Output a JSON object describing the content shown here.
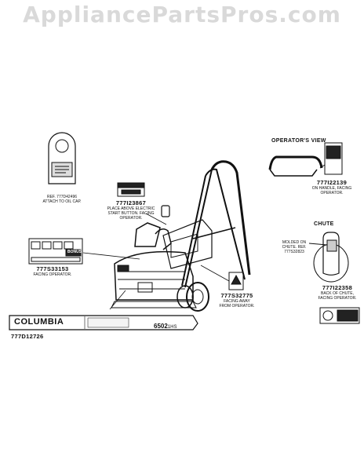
{
  "watermark": "AppliancePartsPros.com",
  "callouts": [
    {
      "id": "oil-cap",
      "ref": "REF. 777D42496",
      "note": "ATTACH TO OIL CAP."
    },
    {
      "id": "start-button",
      "part": "777I23867",
      "note": "PLACE ABOVE ELECTRIC START BUTTON. FACING OPERATOR."
    },
    {
      "id": "handle",
      "part": "777I22139",
      "note": "ON HANDLE, FACING OPERATOR."
    },
    {
      "id": "panel",
      "part": "777S33153",
      "note": "FACING OPERATOR."
    },
    {
      "id": "warning",
      "part": "777S32775",
      "note": "FACING AWAY FROM OPERATOR."
    },
    {
      "id": "chute-molded",
      "note": "MOLDED ON CHUTE. REF. 777S32823"
    },
    {
      "id": "chute-back",
      "part": "777I22358",
      "note": "BACK OF CHUTE, FACING OPERATOR."
    }
  ],
  "operators_view": "OPERATOR'S VIEW",
  "chute": "CHUTE",
  "banner": {
    "brand": "COLUMBIA",
    "model": "6502",
    "model_suffix": "1HS",
    "part": "777D12726"
  },
  "label_text": {
    "bonus": "BONUS"
  }
}
